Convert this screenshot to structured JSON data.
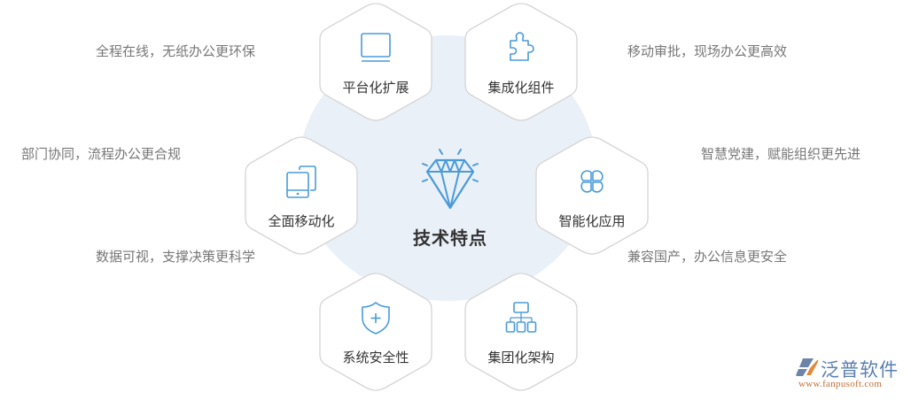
{
  "center": {
    "title": "技术特点",
    "icon": "diamond-icon"
  },
  "features": [
    {
      "label": "平台化扩展",
      "icon": "laptop-icon"
    },
    {
      "label": "集成化组件",
      "icon": "puzzle-icon"
    },
    {
      "label": "全面移动化",
      "icon": "mobile-devices-icon"
    },
    {
      "label": "智能化应用",
      "icon": "clover-apps-icon"
    },
    {
      "label": "系统安全性",
      "icon": "shield-plus-icon"
    },
    {
      "label": "集团化架构",
      "icon": "org-chart-icon"
    }
  ],
  "descriptions": [
    "全程在线，无纸办公更环保",
    "移动审批，现场办公更高效",
    "部门协同，流程办公更合规",
    "智慧党建，赋能组织更先进",
    "数据可视，支撑决策更科学",
    "兼容国产，办公信息更安全"
  ],
  "logo": {
    "name": "泛普软件",
    "url": "www.fanpusoft.com"
  },
  "colors": {
    "accent": "#4a9bd9",
    "blob": "#eaf0f8",
    "hex_border": "#d4d4d4",
    "label": "#333333",
    "desc": "#777777",
    "logo_blue": "#5a7fb0",
    "logo_orange": "#c0703a"
  }
}
